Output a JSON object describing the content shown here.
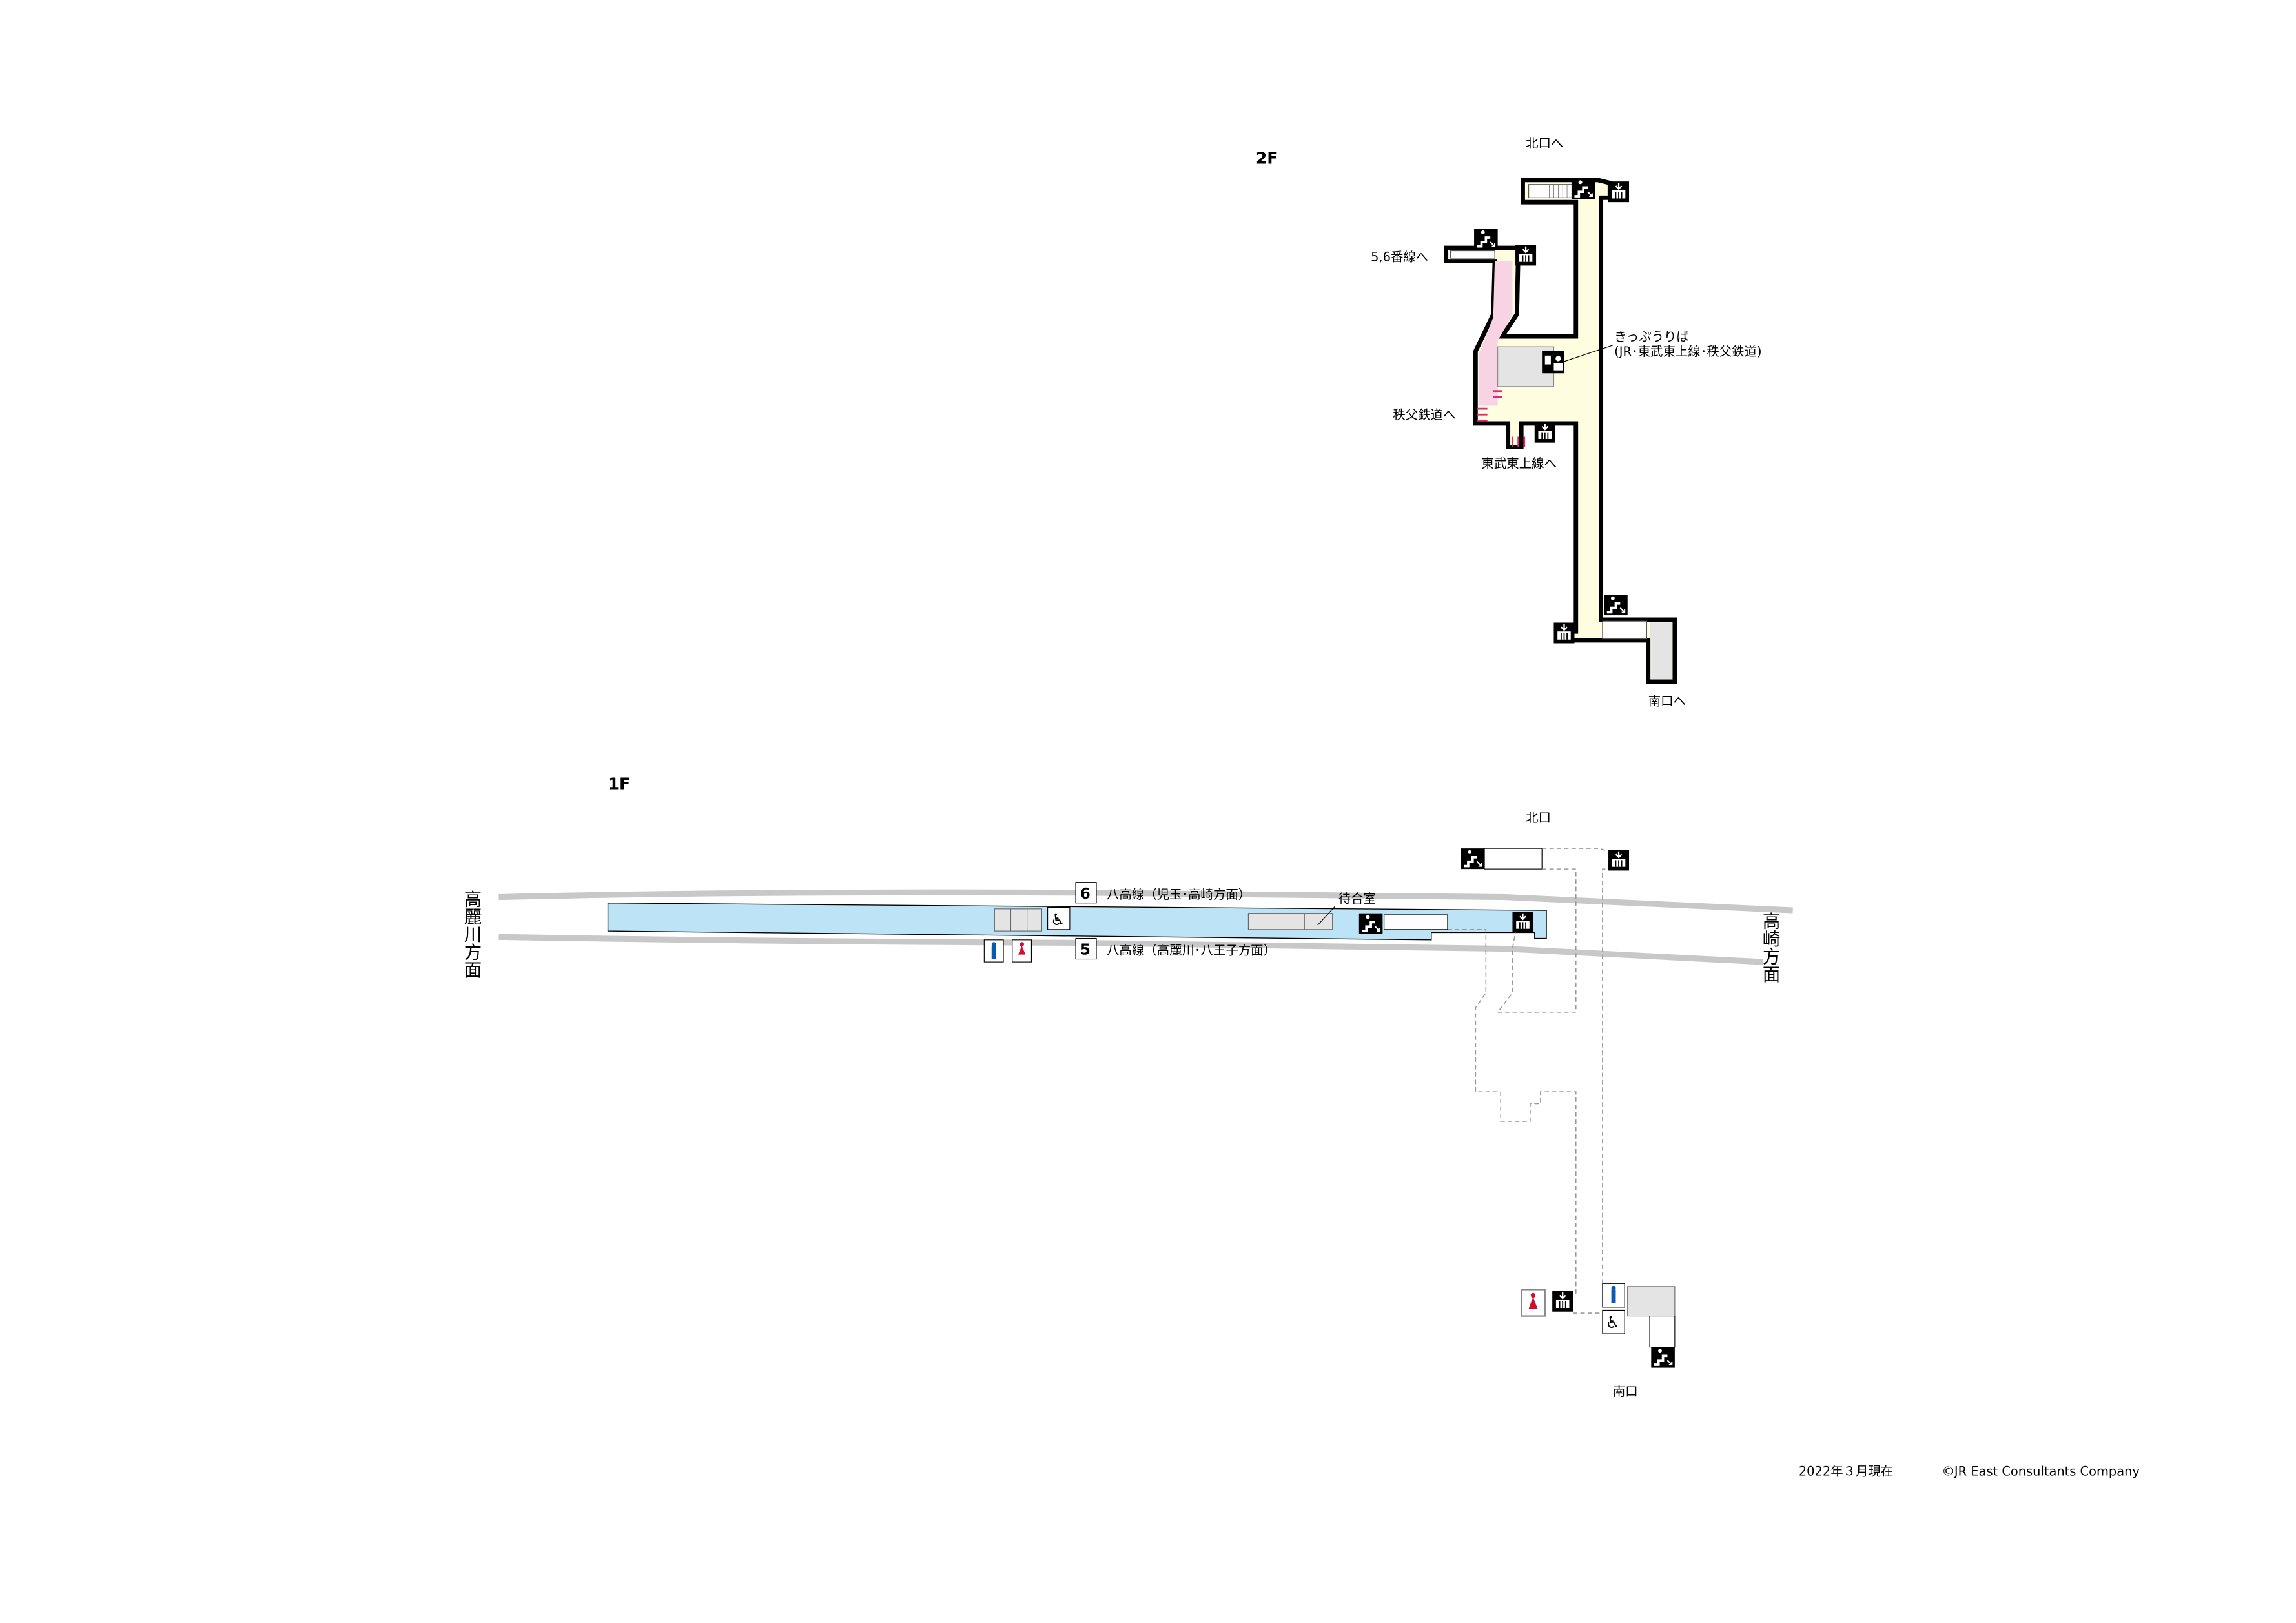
{
  "floors": {
    "f2": {
      "label": "2F",
      "north_exit": "北口へ",
      "platform_56": "5,6番線へ",
      "ticket_office_title": "きっぷうりば",
      "ticket_office_lines": "(JR･東武東上線･秩父鉄道)",
      "chichibu": "秩父鉄道へ",
      "tobu": "東武東上線へ",
      "south_exit": "南口へ"
    },
    "f1": {
      "label": "1F",
      "north_exit": "北口",
      "south_exit": "南口",
      "track6_number": "6",
      "track6_label": "八高線（児玉･高崎方面）",
      "track5_number": "5",
      "track5_label": "八高線（高麗川･八王子方面）",
      "waiting_room": "待合室",
      "west_direction": "高麗川方面",
      "east_direction": "高崎方面"
    }
  },
  "footer": {
    "date": "2022年３月現在",
    "copyright": "©JR East Consultants Company"
  },
  "colors": {
    "concourse": "#fffde0",
    "transfer": "#f8d3e3",
    "platform": "#bde3f7",
    "facility": "#e4e4e4",
    "track": "#c8c8c8",
    "male": "#0a5bb0",
    "female": "#d0102b",
    "gate": "#e0287a"
  }
}
